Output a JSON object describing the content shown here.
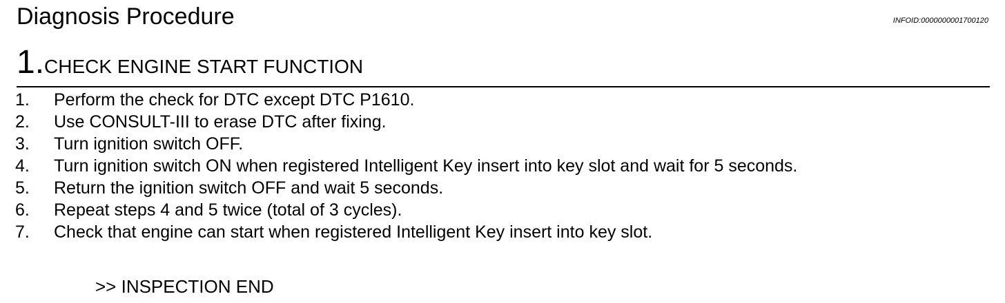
{
  "header": {
    "title": "Diagnosis Procedure",
    "info_id": "INFOID:0000000001700120"
  },
  "step": {
    "number": "1.",
    "title": "CHECK ENGINE START FUNCTION"
  },
  "steps": [
    {
      "num": "1.",
      "text": "Perform the check for DTC except DTC P1610."
    },
    {
      "num": "2.",
      "text": "Use CONSULT-III to erase DTC after fixing."
    },
    {
      "num": "3.",
      "text": "Turn ignition switch OFF."
    },
    {
      "num": "4.",
      "text": "Turn ignition switch ON when registered Intelligent Key insert into key slot and wait for 5 seconds."
    },
    {
      "num": "5.",
      "text": "Return the ignition switch OFF and wait 5 seconds."
    },
    {
      "num": "6.",
      "text": "Repeat steps 4 and 5 twice (total of 3 cycles)."
    },
    {
      "num": "7.",
      "text": "Check that engine can start when registered Intelligent Key insert into key slot."
    }
  ],
  "result": ">> INSPECTION END"
}
